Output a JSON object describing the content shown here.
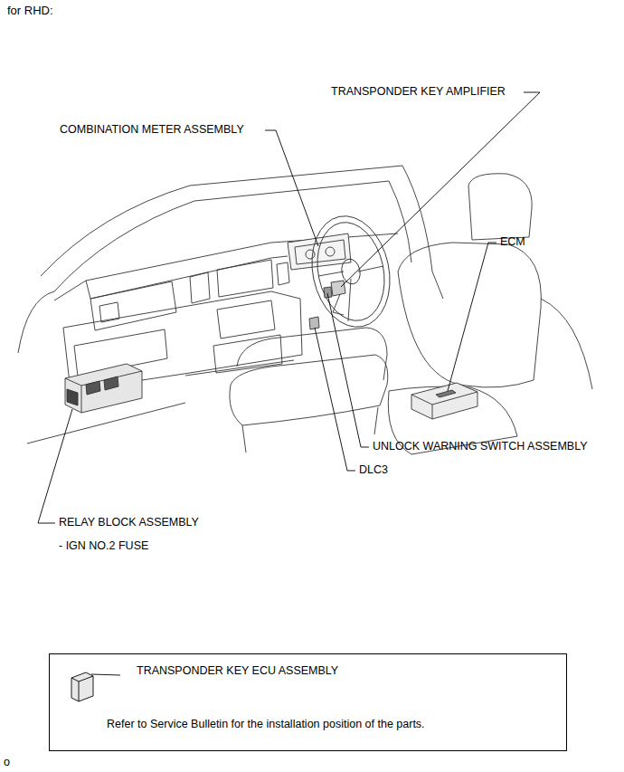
{
  "diagram": {
    "title": "for RHD:",
    "nodes": [
      {
        "text": [
          "TRANSPONDER KEY ECU ASSEMBLY",
          "Refer to Service Bulletin for the installation position of the parts."
        ]
      }
    ],
    "labels": [
      "TRANSPONDER KEY AMPLIFIER",
      "COMBINATION METER ASSEMBLY",
      "ECM",
      "UNLOCK WARNING SWITCH ASSEMBLY",
      "DLC3",
      "RELAY BLOCK ASSEMBLY",
      "- IGN NO.2 FUSE",
      "o"
    ]
  }
}
